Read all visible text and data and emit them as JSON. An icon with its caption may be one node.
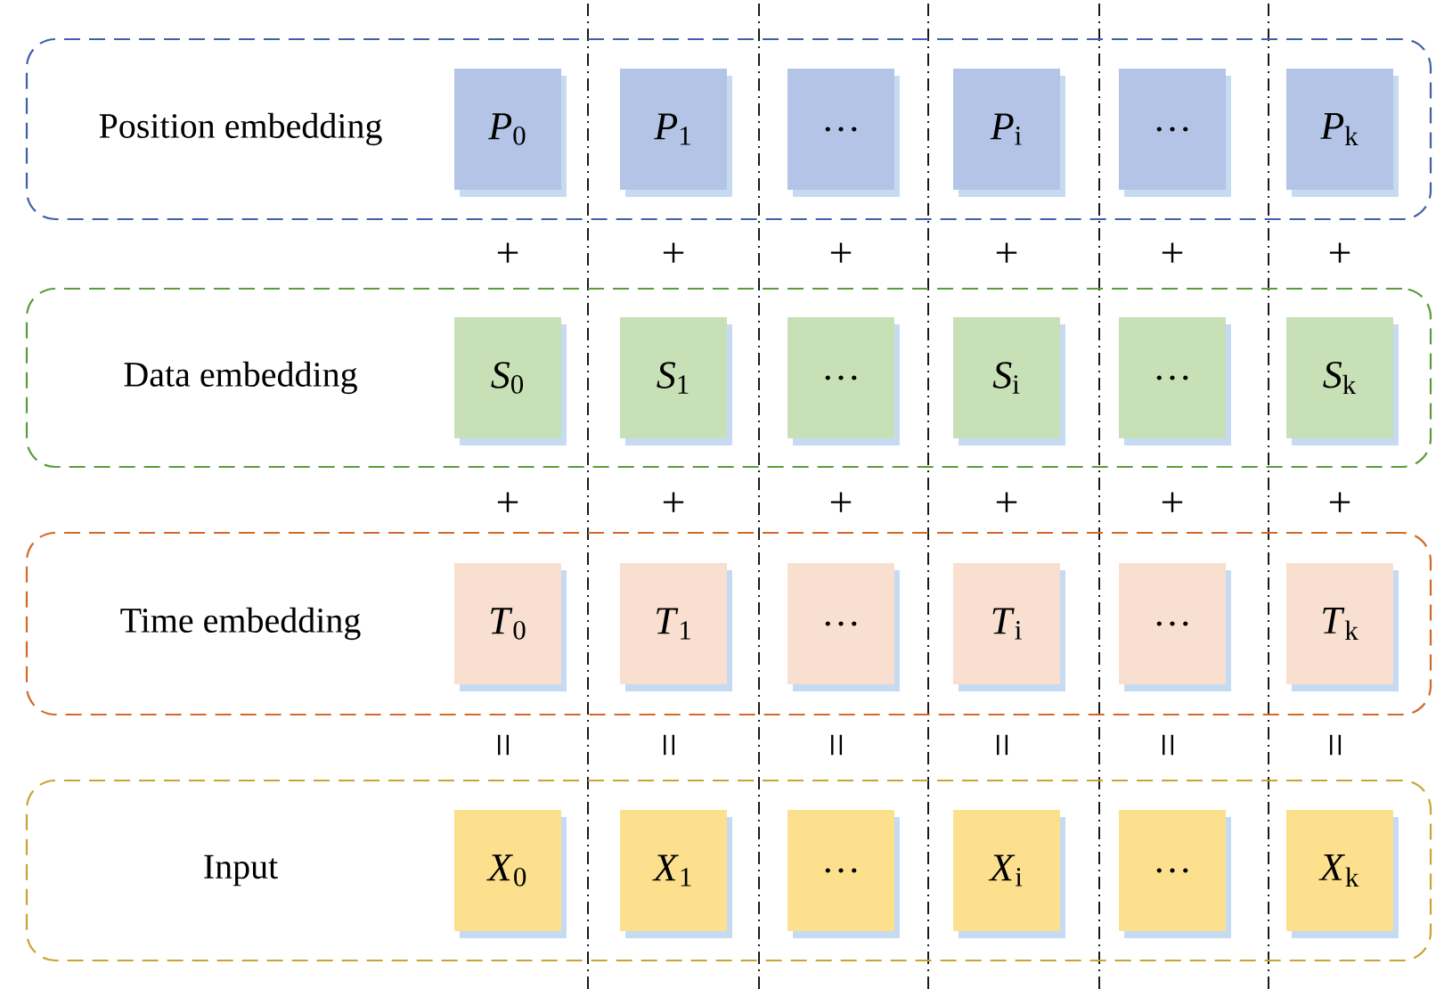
{
  "diagram": {
    "nodes": [
      {
        "text": [
          "Position embedding"
        ]
      },
      {
        "text": [
          "*P*$_{0}$"
        ],
        "in": 0
      },
      {
        "text": [
          "*P*$_{1}$"
        ],
        "in": 0
      },
      {
        "text": [
          "…"
        ],
        "in": 0
      },
      {
        "text": [
          "*P*$_{i}$"
        ],
        "in": 0
      },
      {
        "text": [
          "…"
        ],
        "in": 0
      },
      {
        "text": [
          "*P*$_{k}$"
        ],
        "in": 0
      },
      {
        "text": [
          "Data embedding"
        ]
      },
      {
        "text": [
          "*S*$_{0}$"
        ],
        "in": 7
      },
      {
        "text": [
          "*S*$_{1}$"
        ],
        "in": 7
      },
      {
        "text": [
          "…"
        ],
        "in": 7
      },
      {
        "text": [
          "*S*$_{i}$"
        ],
        "in": 7
      },
      {
        "text": [
          "…"
        ],
        "in": 7
      },
      {
        "text": [
          "*S*$_{k}$"
        ],
        "in": 7
      },
      {
        "text": [
          "Time embedding"
        ]
      },
      {
        "text": [
          "*T*$_{0}$"
        ],
        "in": 14
      },
      {
        "text": [
          "*T*$_{1}$"
        ],
        "in": 14
      },
      {
        "text": [
          "…"
        ],
        "in": 14
      },
      {
        "text": [
          "*T*$_{i}$"
        ],
        "in": 14
      },
      {
        "text": [
          "…"
        ],
        "in": 14
      },
      {
        "text": [
          "*T*$_{k}$"
        ],
        "in": 14
      },
      {
        "text": [
          "Input"
        ]
      },
      {
        "text": [
          "*X*$_{0}$"
        ],
        "in": 21
      },
      {
        "text": [
          "*X*$_{1}$"
        ],
        "in": 21
      },
      {
        "text": [
          "…"
        ],
        "in": 21
      },
      {
        "text": [
          "*X*$_{i}$"
        ],
        "in": 21
      },
      {
        "text": [
          "…"
        ],
        "in": 21
      },
      {
        "text": [
          "*X*$_{k}$"
        ],
        "in": 21
      }
    ],
    "labels": [
      "+",
      "+",
      "+",
      "+",
      "+",
      "+",
      "+",
      "+",
      "+",
      "+",
      "+",
      "+",
      "=",
      "=",
      "=",
      "=",
      "=",
      "="
    ]
  }
}
